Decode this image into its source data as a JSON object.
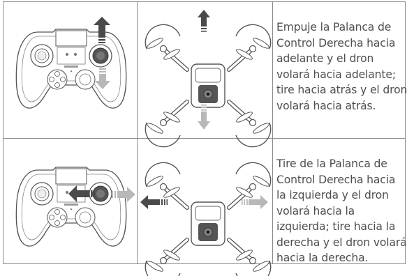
{
  "rows": [
    {
      "instruction": "Empuje la Palanca de Control Derecha hacia adelante y el dron volará hacia adelante; tire hacia atrás y el dron volará hacia atrás.",
      "direction": "forward-backward"
    },
    {
      "instruction": "Tire de la Palanca de Control Derecha hacia la izquierda y el dron volará hacia la izquierda; tire hacia la derecha y el dron volará hacia la derecha.",
      "direction": "left-right"
    }
  ],
  "icons": {
    "controller": "gamepad-icon",
    "drone": "drone-icon",
    "arrow": "direction-arrow-icon"
  },
  "colors": {
    "line": "#8a8a8a",
    "arrow_dark": "#4a4a4a",
    "arrow_light": "#b8b8b8",
    "text": "#4e4e4e"
  }
}
